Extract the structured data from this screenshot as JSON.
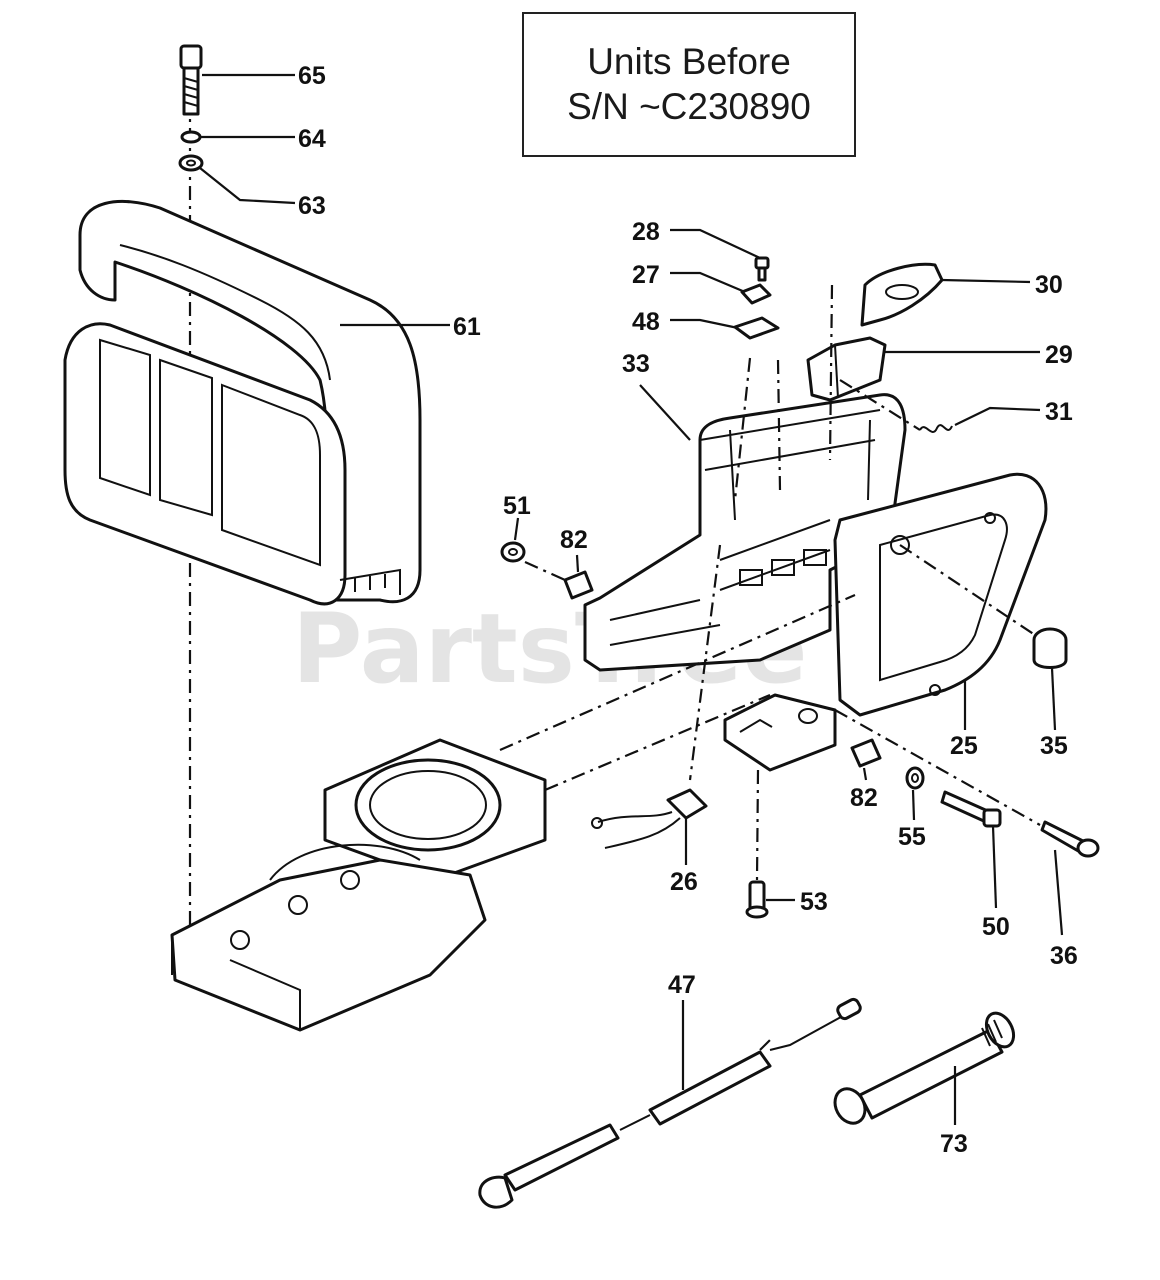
{
  "note": {
    "line1": "Units Before",
    "line2": "S/N ~C230890"
  },
  "watermark": "PartsTree",
  "callouts": [
    {
      "id": "c65",
      "label": "65"
    },
    {
      "id": "c64",
      "label": "64"
    },
    {
      "id": "c63",
      "label": "63"
    },
    {
      "id": "c61",
      "label": "61"
    },
    {
      "id": "c28",
      "label": "28"
    },
    {
      "id": "c27",
      "label": "27"
    },
    {
      "id": "c48",
      "label": "48"
    },
    {
      "id": "c33",
      "label": "33"
    },
    {
      "id": "c30",
      "label": "30"
    },
    {
      "id": "c29",
      "label": "29"
    },
    {
      "id": "c31",
      "label": "31"
    },
    {
      "id": "c51",
      "label": "51"
    },
    {
      "id": "c82a",
      "label": "82"
    },
    {
      "id": "c25",
      "label": "25"
    },
    {
      "id": "c35",
      "label": "35"
    },
    {
      "id": "c82b",
      "label": "82"
    },
    {
      "id": "c55",
      "label": "55"
    },
    {
      "id": "c26",
      "label": "26"
    },
    {
      "id": "c53",
      "label": "53"
    },
    {
      "id": "c50",
      "label": "50"
    },
    {
      "id": "c36",
      "label": "36"
    },
    {
      "id": "c47",
      "label": "47"
    },
    {
      "id": "c73",
      "label": "73"
    }
  ]
}
